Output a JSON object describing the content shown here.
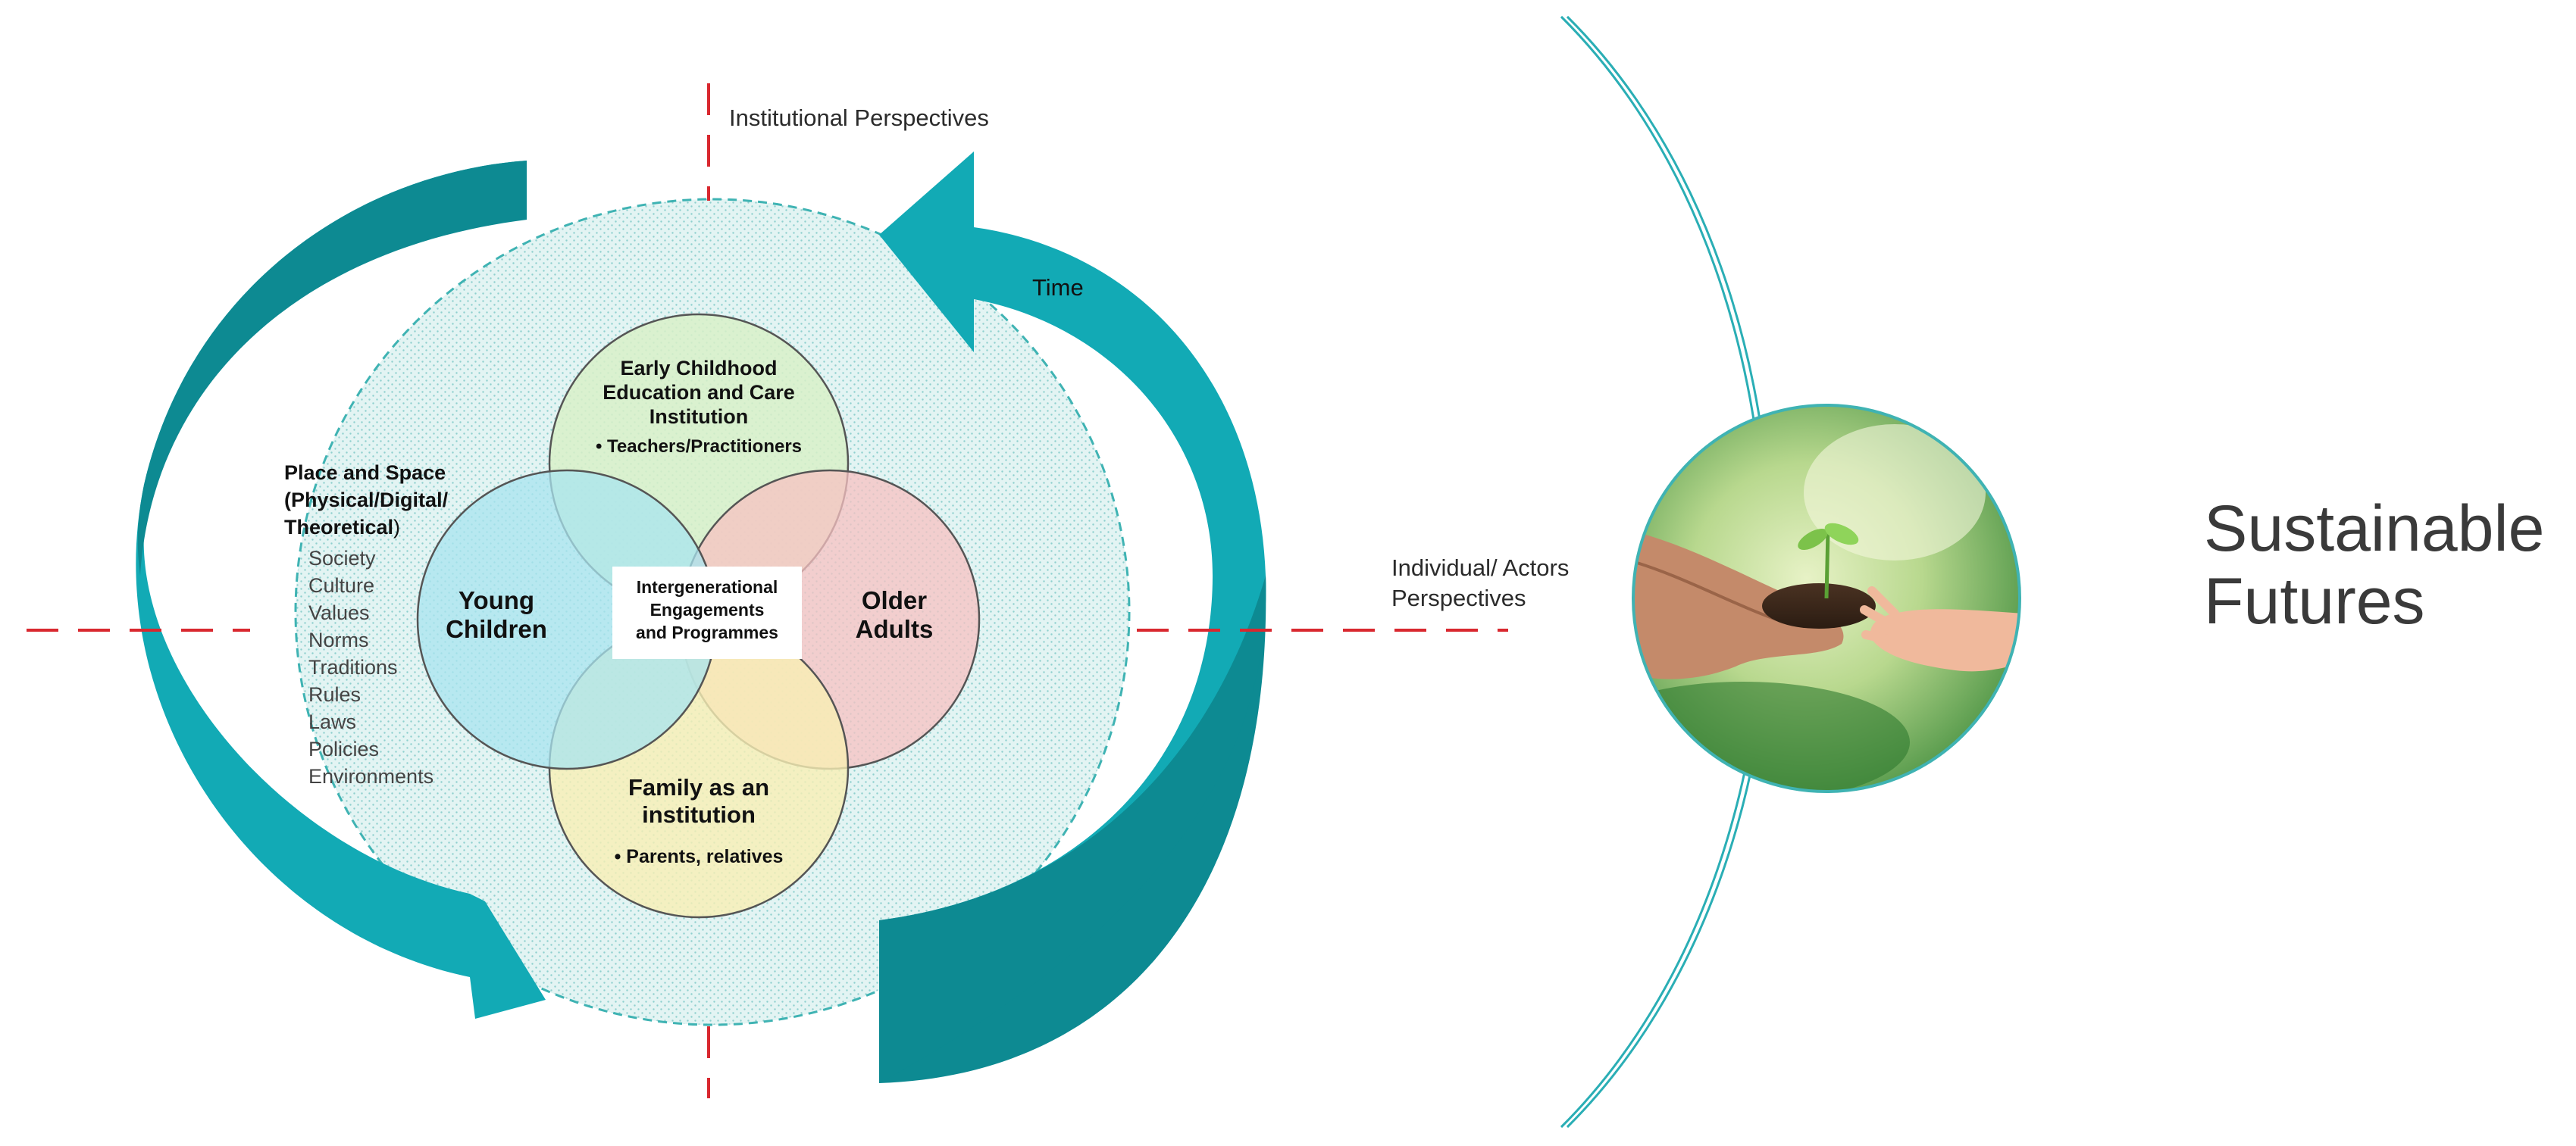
{
  "labels": {
    "institutional": "Institutional Perspectives",
    "time": "Time",
    "individual_line1": "Individual/ Actors",
    "individual_line2": "Perspectives",
    "sustainable_line1": "Sustainable",
    "sustainable_line2": "Futures"
  },
  "place_space": {
    "title_line1": "Place and Space",
    "title_line2": "(Physical/Digital/",
    "title_line3": "Theoretical",
    "title_line3_tail": ")",
    "items": [
      "Society",
      "Culture",
      "Values",
      "Norms",
      "Traditions",
      "Rules",
      "Laws",
      "Policies",
      "Environments"
    ]
  },
  "circles": {
    "ecec": {
      "line1": "Early Childhood",
      "line2": "Education and Care",
      "line3": "Institution",
      "bullet": "• Teachers/Practitioners",
      "color": "#d8f0c8"
    },
    "young": {
      "line1": "Young",
      "line2": "Children",
      "color": "#a8e4ef"
    },
    "older": {
      "line1": "Older",
      "line2": "Adults",
      "color": "#f7c1c1"
    },
    "family": {
      "line1": "Family as an",
      "line2": "institution",
      "bullet": "•  Parents, relatives",
      "color": "#f7efb4"
    },
    "center": {
      "line1": "Intergenerational",
      "line2": "Engagements",
      "line3": "and Programmes"
    }
  },
  "colors": {
    "arrow_dark": "#0d8a92",
    "arrow_light": "#12aab5",
    "dashed_axis": "#d9282f",
    "outer_dotted": "#bfe6e6",
    "arc": "#2aaeb5"
  },
  "icons": {
    "photo": "hands-sapling-photo"
  }
}
